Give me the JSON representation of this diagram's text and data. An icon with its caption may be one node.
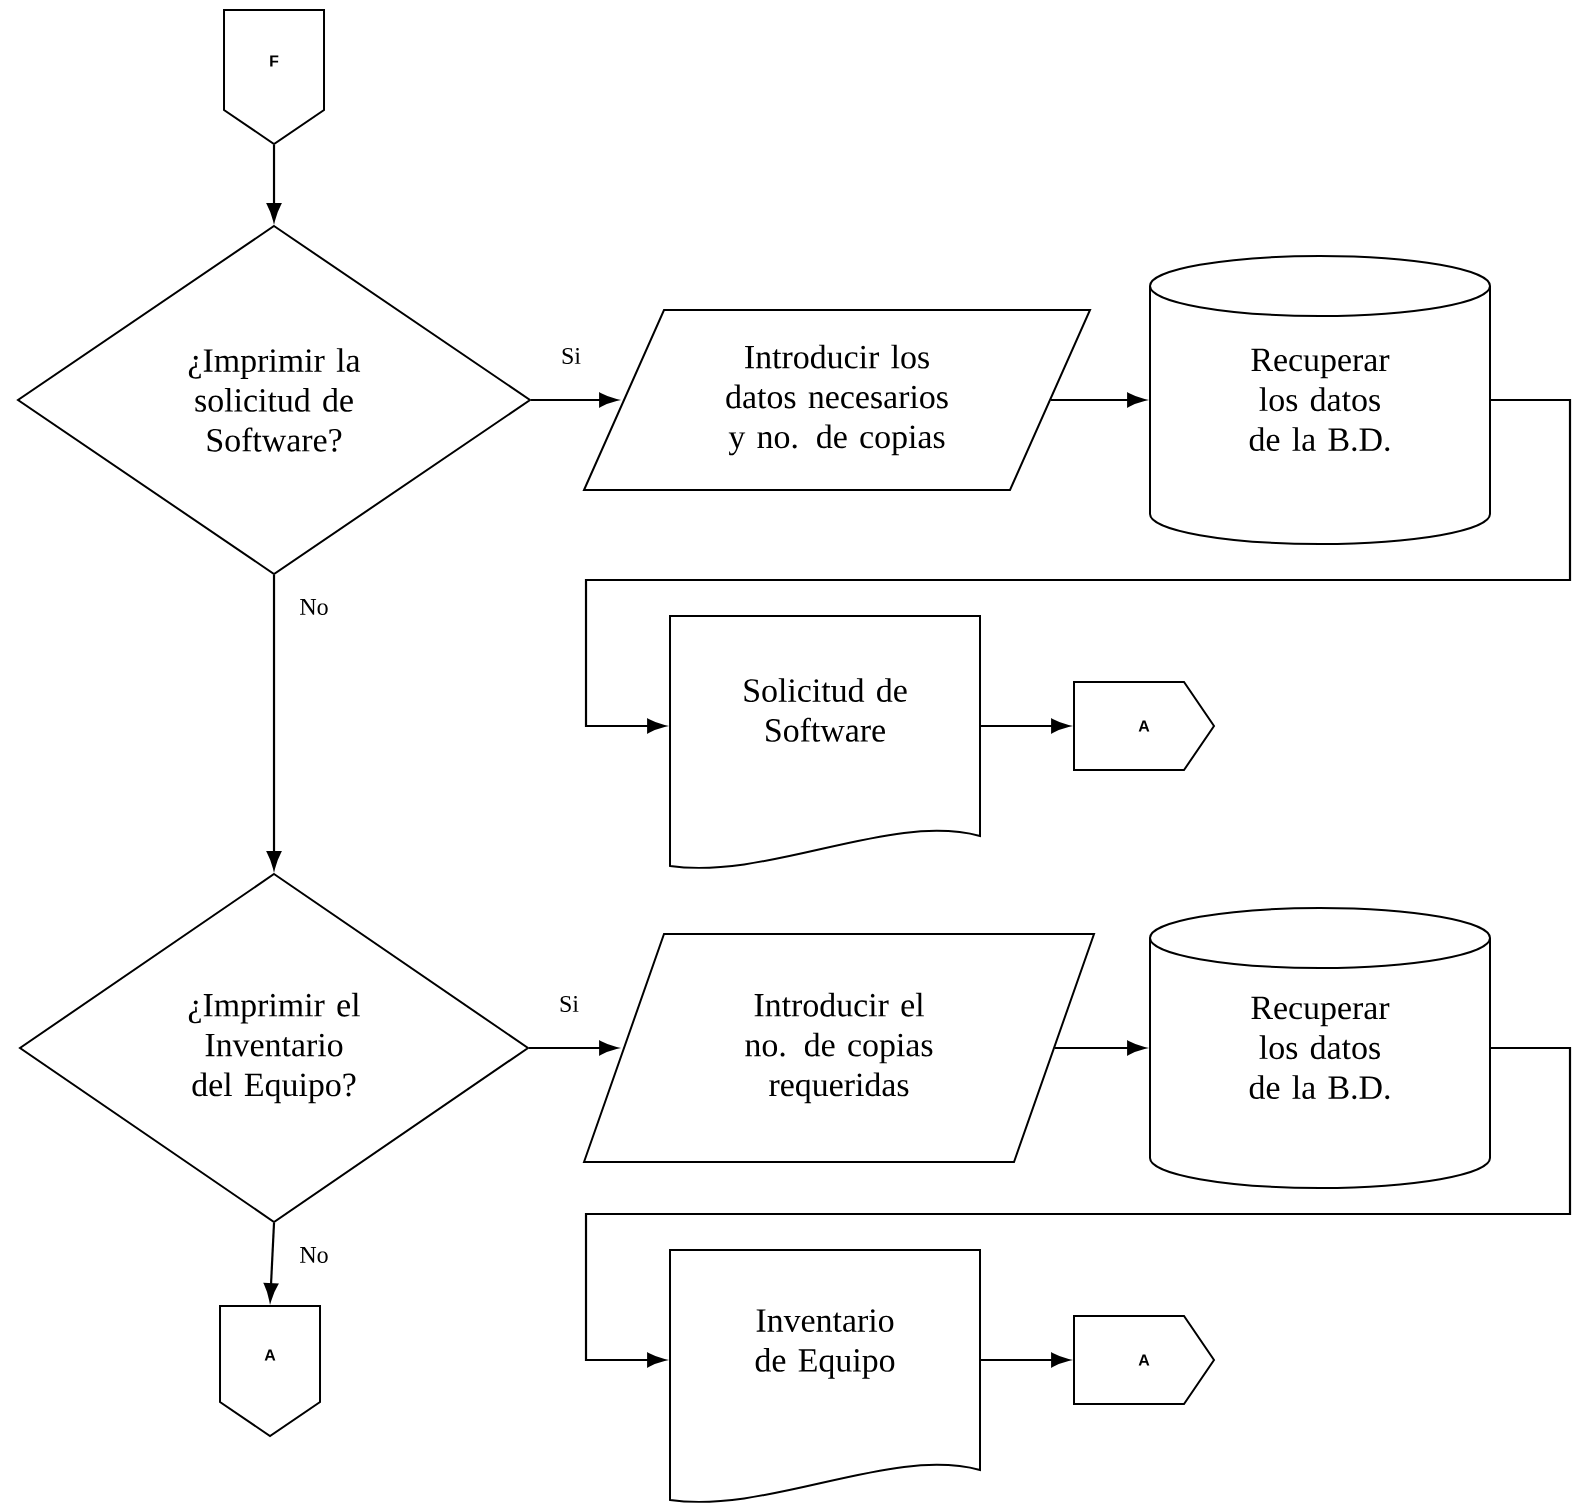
{
  "diagram": {
    "nodes": [
      {
        "text": [
          "F"
        ]
      },
      {
        "text": [
          "¿Imprimir la solicitud de Software?"
        ]
      },
      {
        "text": [
          "Introducir los datos necesarios y no. de copias"
        ]
      },
      {
        "text": [
          "Recuperar los datos de la B.D."
        ]
      },
      {
        "text": [
          "Solicitud de Software"
        ]
      },
      {
        "text": [
          "A"
        ]
      },
      {
        "text": [
          "¿Imprimir el Inventario del Equipo?"
        ]
      },
      {
        "text": [
          "Introducir el no. de copias requeridas"
        ]
      },
      {
        "text": [
          "Recuperar los datos de la B.D."
        ]
      },
      {
        "text": [
          "Inventario de Equipo"
        ]
      },
      {
        "text": [
          "A"
        ]
      },
      {
        "text": [
          "A"
        ]
      }
    ],
    "edges": [
      {
        "from": 0,
        "to": 1,
        "arrow": "to"
      },
      {
        "from": 1,
        "to": 2,
        "arrow": "to",
        "label": "Si"
      },
      {
        "from": 2,
        "to": 3,
        "arrow": "to"
      },
      {
        "from": 3,
        "to": 4,
        "arrow": "to"
      },
      {
        "from": 4,
        "to": 5,
        "arrow": "to"
      },
      {
        "from": 1,
        "to": 6,
        "arrow": "to",
        "label": "No"
      },
      {
        "from": 6,
        "to": 7,
        "arrow": "to",
        "label": "Si"
      },
      {
        "from": 7,
        "to": 8,
        "arrow": "to"
      },
      {
        "from": 8,
        "to": 9,
        "arrow": "to"
      },
      {
        "from": 9,
        "to": 10,
        "arrow": "to"
      },
      {
        "from": 6,
        "to": 11,
        "arrow": "to",
        "label": "No"
      }
    ]
  }
}
